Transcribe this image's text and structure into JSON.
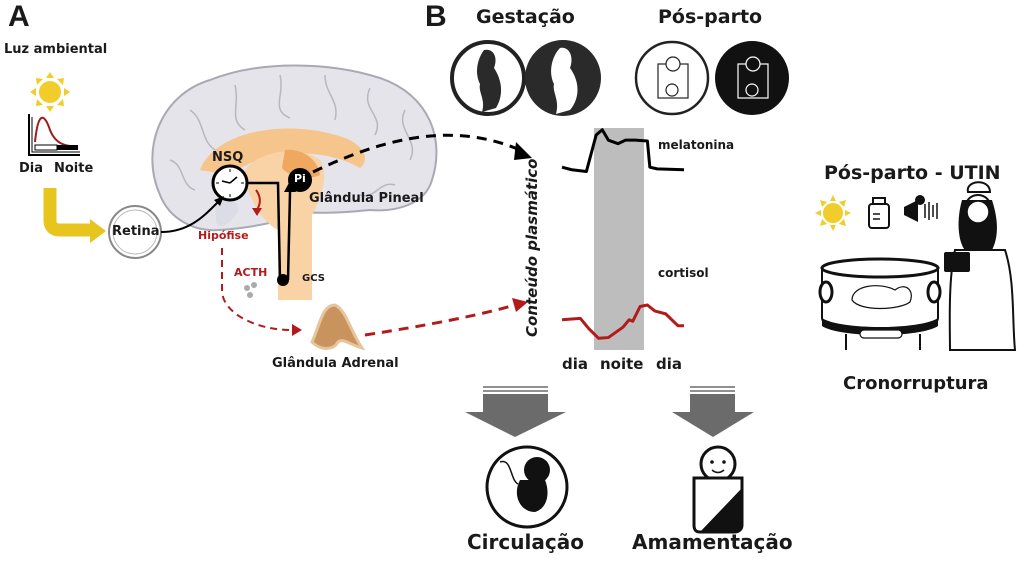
{
  "panel_a": {
    "letter": "A",
    "ambient_light_label": "Luz ambiental",
    "day_label": "Dia",
    "night_label": "Noite",
    "retina_label": "Retina",
    "scn_label": "NSQ",
    "pineal_short_label": "Pi",
    "pineal_label": "Glândula Pineal",
    "pituitary_label": "Hipófise",
    "acth_label": "ACTH",
    "scg_label": "GCS",
    "adrenal_label": "Glândula Adrenal"
  },
  "panel_b": {
    "letter": "B",
    "pregnancy_title": "Gestação",
    "postpartum_title": "Pós-parto",
    "y_axis_label": "Conteúdo plasmático",
    "melatonin_label": "melatonina",
    "cortisol_label": "cortisol",
    "x_labels": [
      "dia",
      "noite",
      "dia"
    ],
    "circulation_label": "Circulação",
    "breastfeeding_label": "Amamentação"
  },
  "panel_nicu": {
    "title": "Pós-parto - UTIN",
    "icons": [
      "sun-icon",
      "baby-bottle-icon",
      "noise-icon"
    ],
    "label": "Cronorruptura"
  },
  "colors": {
    "sun": "#f2cc2a",
    "arrow_yellow": "#e8c41f",
    "red": "#b31b1b",
    "night_band": "#bdbdbd",
    "brain_gray": "#e4e4ea",
    "brain_orange": "#f6c58c",
    "dark_arrow": "#6b6b6b"
  },
  "chart_data": {
    "type": "line",
    "title": "",
    "xlabel": "",
    "ylabel": "Conteúdo plasmático",
    "x_ticks": [
      "dia",
      "noite",
      "dia"
    ],
    "shaded_region": "noite",
    "series": [
      {
        "name": "melatonina",
        "color": "#000000",
        "x": [
          0,
          0.08,
          0.2,
          0.28,
          0.33,
          0.38,
          0.46,
          0.52,
          0.6,
          0.7,
          0.72,
          0.78,
          1.0
        ],
        "y": [
          0.55,
          0.52,
          0.5,
          0.92,
          0.98,
          0.86,
          0.82,
          0.86,
          0.86,
          0.85,
          0.55,
          0.53,
          0.52
        ]
      },
      {
        "name": "cortisol",
        "color": "#b31b1b",
        "x": [
          0,
          0.15,
          0.22,
          0.3,
          0.38,
          0.5,
          0.55,
          0.58,
          0.64,
          0.7,
          0.76,
          0.85,
          0.95,
          1.0
        ],
        "y": [
          0.3,
          0.32,
          0.18,
          0.05,
          0.06,
          0.2,
          0.3,
          0.28,
          0.48,
          0.5,
          0.42,
          0.38,
          0.22,
          0.22
        ]
      }
    ]
  }
}
